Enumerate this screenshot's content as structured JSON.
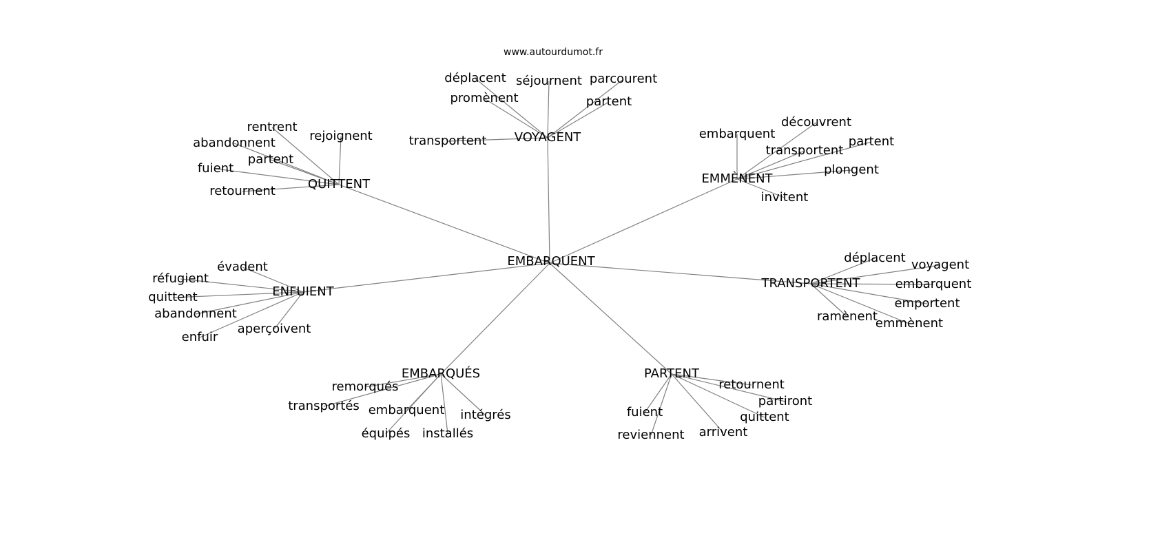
{
  "title": "www.autourdumot.fr",
  "center": "EMBARQUENT",
  "edge_color": "#808080",
  "hubs": [
    {
      "label": "VOYAGENT",
      "leaves": [
        "déplacent",
        "séjournent",
        "parcourent",
        "promènent",
        "partent",
        "transportent"
      ]
    },
    {
      "label": "QUITTENT",
      "leaves": [
        "rentrent",
        "rejoignent",
        "abandonnent",
        "partent",
        "fuient",
        "retournent"
      ]
    },
    {
      "label": "EMMÈNENT",
      "leaves": [
        "embarquent",
        "découvrent",
        "transportent",
        "partent",
        "plongent",
        "invitent"
      ]
    },
    {
      "label": "ENFUIENT",
      "leaves": [
        "évadent",
        "réfugient",
        "quittent",
        "abandonnent",
        "enfuir",
        "aperçoivent"
      ]
    },
    {
      "label": "TRANSPORTENT",
      "leaves": [
        "déplacent",
        "voyagent",
        "embarquent",
        "emportent",
        "ramènent",
        "emmènent"
      ]
    },
    {
      "label": "EMBARQUÉS",
      "leaves": [
        "remorqués",
        "transportés",
        "embarquent",
        "équipés",
        "installés",
        "intégrés"
      ]
    },
    {
      "label": "PARTENT",
      "leaves": [
        "retournent",
        "partiront",
        "quittent",
        "arrivent",
        "reviennent",
        "fuient"
      ]
    }
  ]
}
